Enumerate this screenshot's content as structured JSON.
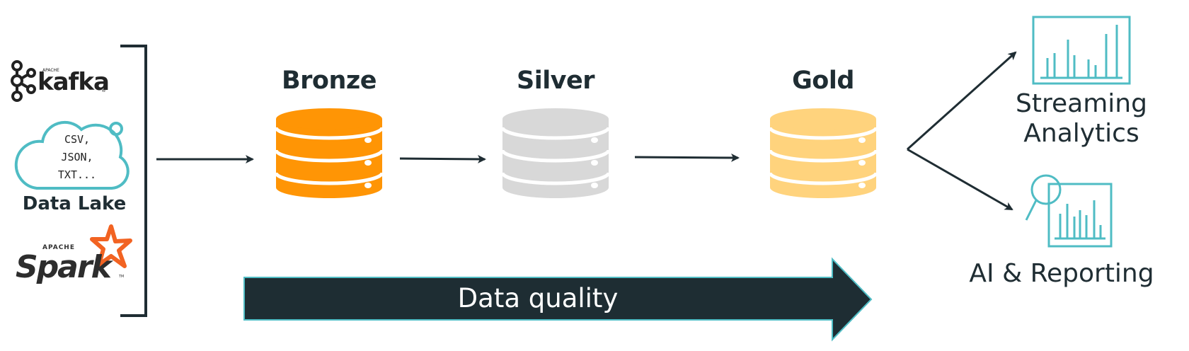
{
  "sources": {
    "kafka": {
      "apache": "APACHE",
      "name": "kafka",
      "reg": "®"
    },
    "data_lake": {
      "formats": [
        "CSV,",
        "JSON,",
        "TXT..."
      ],
      "label": "Data Lake"
    },
    "spark": {
      "apache": "APACHE",
      "name": "Spark",
      "tm": "TM"
    }
  },
  "tiers": [
    {
      "name": "Bronze",
      "color": "#ff9505"
    },
    {
      "name": "Silver",
      "color": "#d8d8d8"
    },
    {
      "name": "Gold",
      "color": "#ffd37d"
    }
  ],
  "data_quality_label": "Data quality",
  "outputs": {
    "streaming": [
      "Streaming",
      "Analytics"
    ],
    "reporting": "AI & Reporting"
  },
  "colors": {
    "dark": "#1f2d33",
    "teal": "#4fbcc4"
  },
  "icons": [
    "kafka-logo-icon",
    "cloud-icon",
    "spark-star-icon",
    "database-icon",
    "bar-chart-icon",
    "magnifier-icon"
  ]
}
